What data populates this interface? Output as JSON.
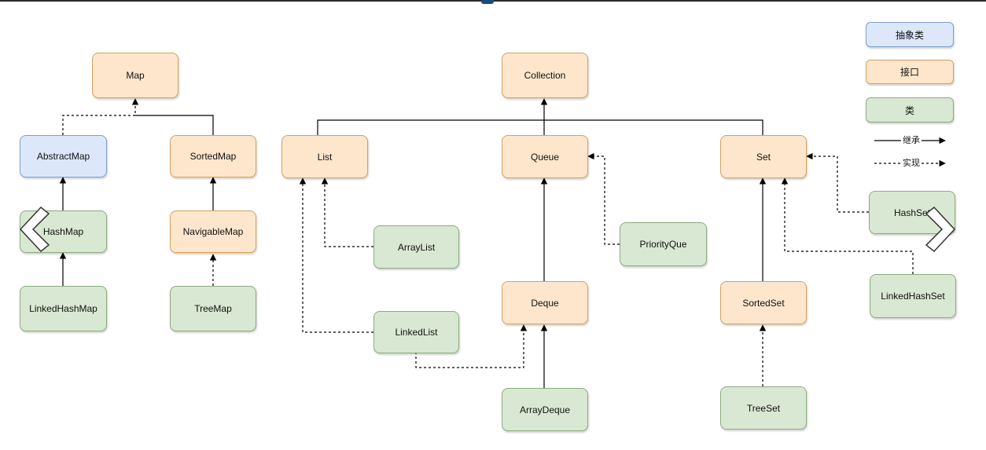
{
  "nodes": {
    "map": "Map",
    "abstract_map": "AbstractMap",
    "sorted_map": "SortedMap",
    "hash_map": "HashMap",
    "navigable_map": "NavigableMap",
    "linked_hash_map": "LinkedHashMap",
    "tree_map": "TreeMap",
    "collection": "Collection",
    "list": "List",
    "queue": "Queue",
    "set": "Set",
    "array_list": "ArrayList",
    "priority_que": "PriorityQue",
    "hash_set": "HashSet",
    "linked_list": "LinkedList",
    "deque": "Deque",
    "sorted_set": "SortedSet",
    "linked_hash_set": "LinkedHashSet",
    "array_deque": "ArrayDeque",
    "tree_set": "TreeSet"
  },
  "legend": {
    "abstract_class": "抽象类",
    "interface": "接口",
    "class": "类",
    "inherit": "继承",
    "implement": "实现"
  },
  "colors": {
    "interface_fill": "#fde6cc",
    "abstract_fill": "#dce8fa",
    "class_fill": "#d9e8d2"
  }
}
